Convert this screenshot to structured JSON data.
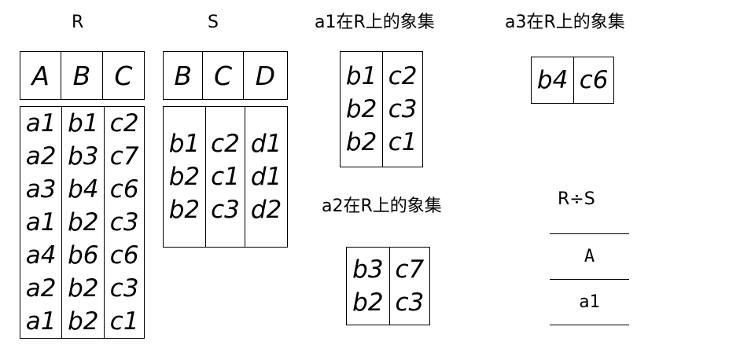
{
  "R": {
    "label": "R",
    "headers": [
      "A",
      "B",
      "C"
    ],
    "columns": [
      [
        "a1",
        "a2",
        "a3",
        "a1",
        "a4",
        "a2",
        "a1"
      ],
      [
        "b1",
        "b3",
        "b4",
        "b2",
        "b6",
        "b2",
        "b2"
      ],
      [
        "c2",
        "c7",
        "c6",
        "c3",
        "c6",
        "c3",
        "c1"
      ]
    ]
  },
  "S": {
    "label": "S",
    "headers": [
      "B",
      "C",
      "D"
    ],
    "columns": [
      [
        "b1",
        "b2",
        "b2"
      ],
      [
        "c2",
        "c1",
        "c3"
      ],
      [
        "d1",
        "d1",
        "d2"
      ]
    ]
  },
  "image_a1": {
    "label": "a1在R上的象集",
    "columns": [
      [
        "b1",
        "b2",
        "b2"
      ],
      [
        "c2",
        "c3",
        "c1"
      ]
    ]
  },
  "image_a2": {
    "label": "a2在R上的象集",
    "columns": [
      [
        "b3",
        "b2"
      ],
      [
        "c7",
        "c3"
      ]
    ]
  },
  "image_a3": {
    "label": "a3在R上的象集",
    "columns": [
      [
        "b4"
      ],
      [
        "c6"
      ]
    ]
  },
  "division": {
    "label": "R÷S",
    "header": "A",
    "values": [
      "a1"
    ]
  }
}
